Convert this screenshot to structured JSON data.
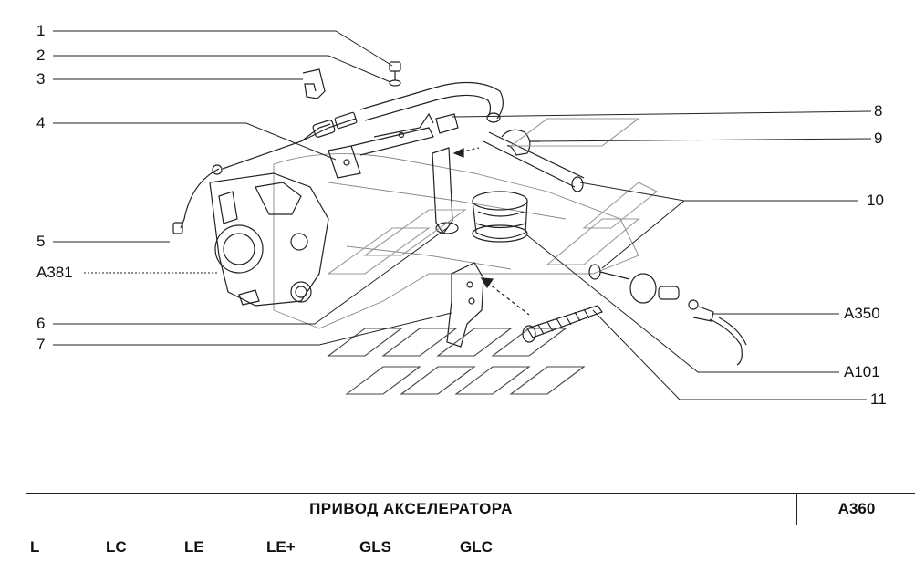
{
  "callouts": {
    "c1": "1",
    "c2": "2",
    "c3": "3",
    "c4": "4",
    "c5": "5",
    "a381": "A381",
    "c6": "6",
    "c7": "7",
    "c8": "8",
    "c9": "9",
    "c10": "10",
    "a350": "A350",
    "a101": "A101",
    "c11": "11"
  },
  "title": "ПРИВОД  АКСЕЛЕРАТОРА",
  "code": "A360",
  "variants": [
    "L",
    "LC",
    "LE",
    "LE+",
    "GLS",
    "GLC"
  ],
  "colors": {
    "line": "#111111",
    "background": "#ffffff"
  }
}
